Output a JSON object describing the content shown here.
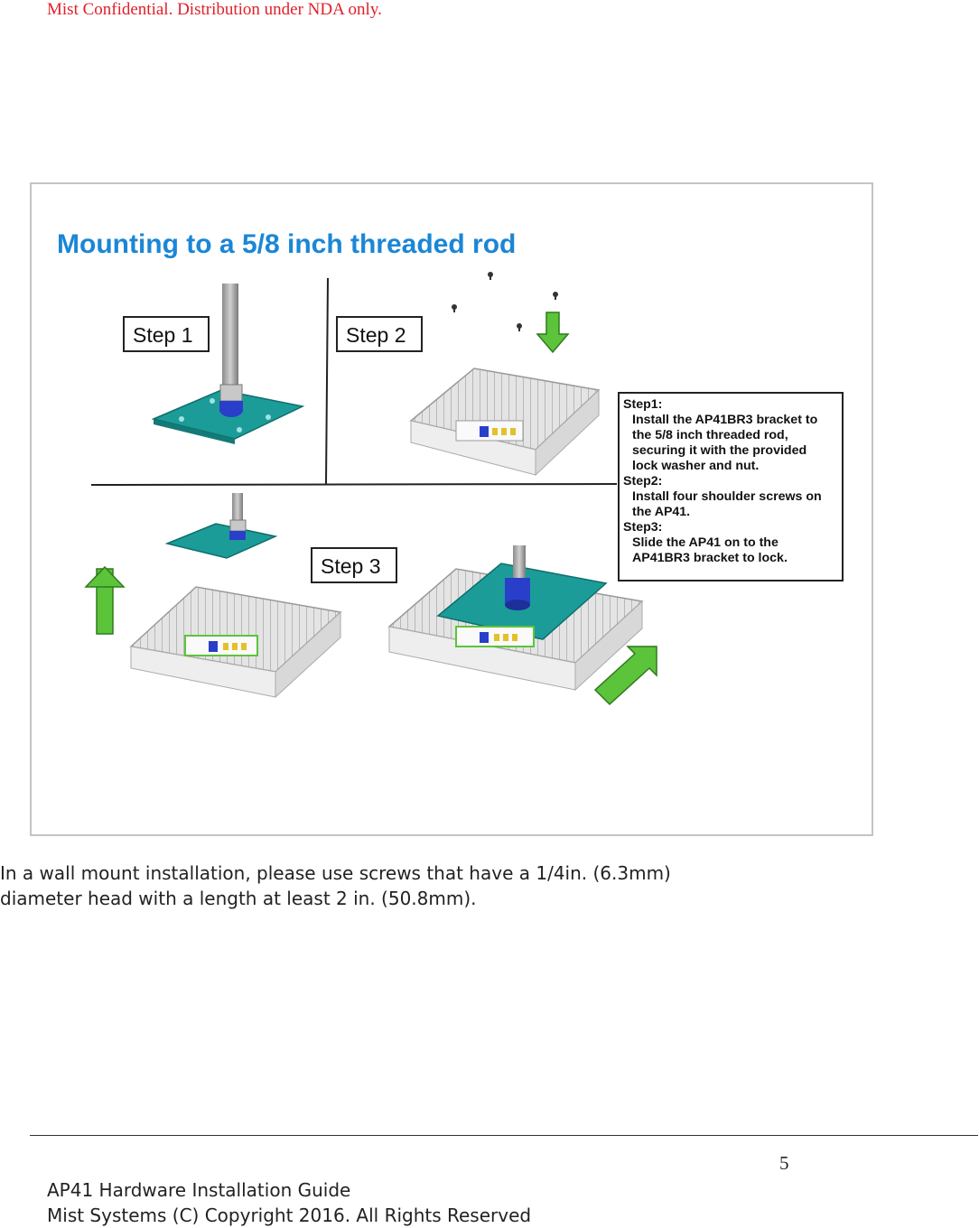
{
  "header": {
    "confidential": "Mist Confidential. Distribution under NDA only."
  },
  "figure": {
    "title": "Mounting to a 5/8 inch threaded rod",
    "step_labels": [
      "Step 1",
      "Step 2",
      "Step 3"
    ],
    "instructions": [
      "Step1:",
      "Install the AP41BR3 bracket to",
      "the 5/8 inch threaded rod,",
      "securing it with the provided",
      "lock washer and nut.",
      "Step2:",
      "Install four shoulder screws on",
      "the AP41.",
      "Step3:",
      "Slide the AP41 on to the",
      "AP41BR3 bracket to lock."
    ],
    "colors": {
      "title": "#1a86d6",
      "bracket": "#1c9c98",
      "arrow": "#5cc43a",
      "nut": "#2a3fc9"
    }
  },
  "body": {
    "line1": "In a wall mount installation, please use screws that have a 1/4in. (6.3mm)",
    "line2": "diameter head with a length at least 2 in. (50.8mm)."
  },
  "footer": {
    "page_number": "5",
    "title": "AP41 Hardware Installation Guide",
    "copyright": "Mist Systems (C) Copyright 2016. All Rights Reserved"
  }
}
